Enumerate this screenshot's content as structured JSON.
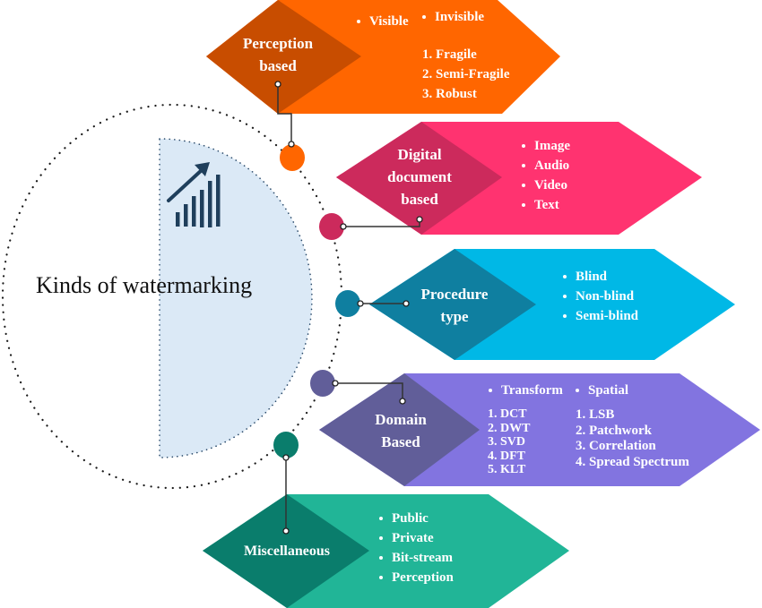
{
  "center": {
    "title": "Kinds of watermarking",
    "icon": "growth-chart-icon"
  },
  "colors": {
    "perception": {
      "light": "#ff6600",
      "dark": "#c84d00",
      "node": "#ff6600"
    },
    "digital": {
      "light": "#ff3370",
      "dark": "#cc2a5c",
      "node": "#cc2a5c"
    },
    "procedure": {
      "light": "#00b8e6",
      "dark": "#0f7fa0",
      "node": "#0f7fa0"
    },
    "domain": {
      "light": "#8274e0",
      "dark": "#615e99",
      "node": "#615e99"
    },
    "misc": {
      "light": "#21b597",
      "dark": "#0a7d6c",
      "node": "#0a7d6c"
    },
    "center_fill": "#dbe9f6",
    "icon": "#1f3f5c"
  },
  "categories": {
    "perception": {
      "title_lines": [
        "Perception",
        "based"
      ],
      "bullets": [
        "Visible",
        "Invisible"
      ],
      "numbered": [
        "1. Fragile",
        "2. Semi-Fragile",
        "3. Robust"
      ]
    },
    "digital": {
      "title_lines": [
        "Digital",
        "document",
        "based"
      ],
      "bullets": [
        "Image",
        "Audio",
        "Video",
        "Text"
      ]
    },
    "procedure": {
      "title_lines": [
        "Procedure",
        "type"
      ],
      "bullets": [
        "Blind",
        "Non-blind",
        "Semi-blind"
      ]
    },
    "domain": {
      "title_lines": [
        "Domain",
        "Based"
      ],
      "bullets": [
        "Transform",
        "Spatial"
      ],
      "transform": [
        "1. DCT",
        "2. DWT",
        "3. SVD",
        "4. DFT",
        "5. KLT"
      ],
      "spatial": [
        "1. LSB",
        "2. Patchwork",
        "3. Correlation",
        "4. Spread Spectrum"
      ]
    },
    "misc": {
      "title_lines": [
        "Miscellaneous"
      ],
      "bullets": [
        "Public",
        "Private",
        "Bit-stream",
        "Perception"
      ]
    }
  }
}
